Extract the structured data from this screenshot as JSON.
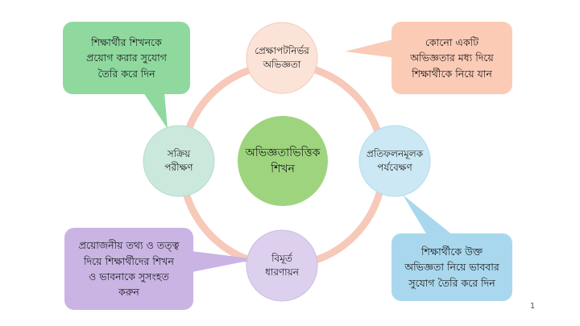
{
  "diagram": {
    "center": {
      "label": "অভিজ্ঞতাভিত্তিক\nশিখন",
      "color": "#9ed47e"
    },
    "cycle_color": "#f6c9b9",
    "nodes": {
      "top": {
        "label": "প্রেক্ষাপটনির্ভর\nঅভিজ্ঞতা",
        "color": "#fbe3d8"
      },
      "right": {
        "label": "প্রতিফলনমূলক\nপর্যবেক্ষণ",
        "color": "#cbe8f4"
      },
      "bottom": {
        "label": "বিমূর্ত\nধারণায়ন",
        "color": "#ddd0ee"
      },
      "left": {
        "label": "সক্রিয়\nপরীক্ষণ",
        "color": "#cbe8dc"
      }
    },
    "callouts": {
      "top_left": {
        "text": "শিক্ষার্থীর শিখনকে\nপ্রয়োগ করার সুযোগ\nতৈরি করে দিন",
        "color": "#8fd99f"
      },
      "top_right": {
        "text": "কোনো একটি\nঅভিজ্ঞতার মধ্য দিয়ে\nশিক্ষার্থীকে নিয়ে যান",
        "color": "#fbcbb6"
      },
      "bottom_right": {
        "text": "শিক্ষার্থীকে উক্ত\nঅভিজ্ঞতা নিয়ে ভাববার\nসুযোগ তৈরি করে দিন",
        "color": "#a9d8ee"
      },
      "bottom_left": {
        "text": "প্রয়োজনীয় তথ্য ও তত্ত্ব\nদিয়ে শিক্ষার্থীদের শিখন\nও ভাবনাকে সুসংহত\nকরুন",
        "color": "#c9b4e4"
      }
    },
    "page_mark": "1"
  }
}
